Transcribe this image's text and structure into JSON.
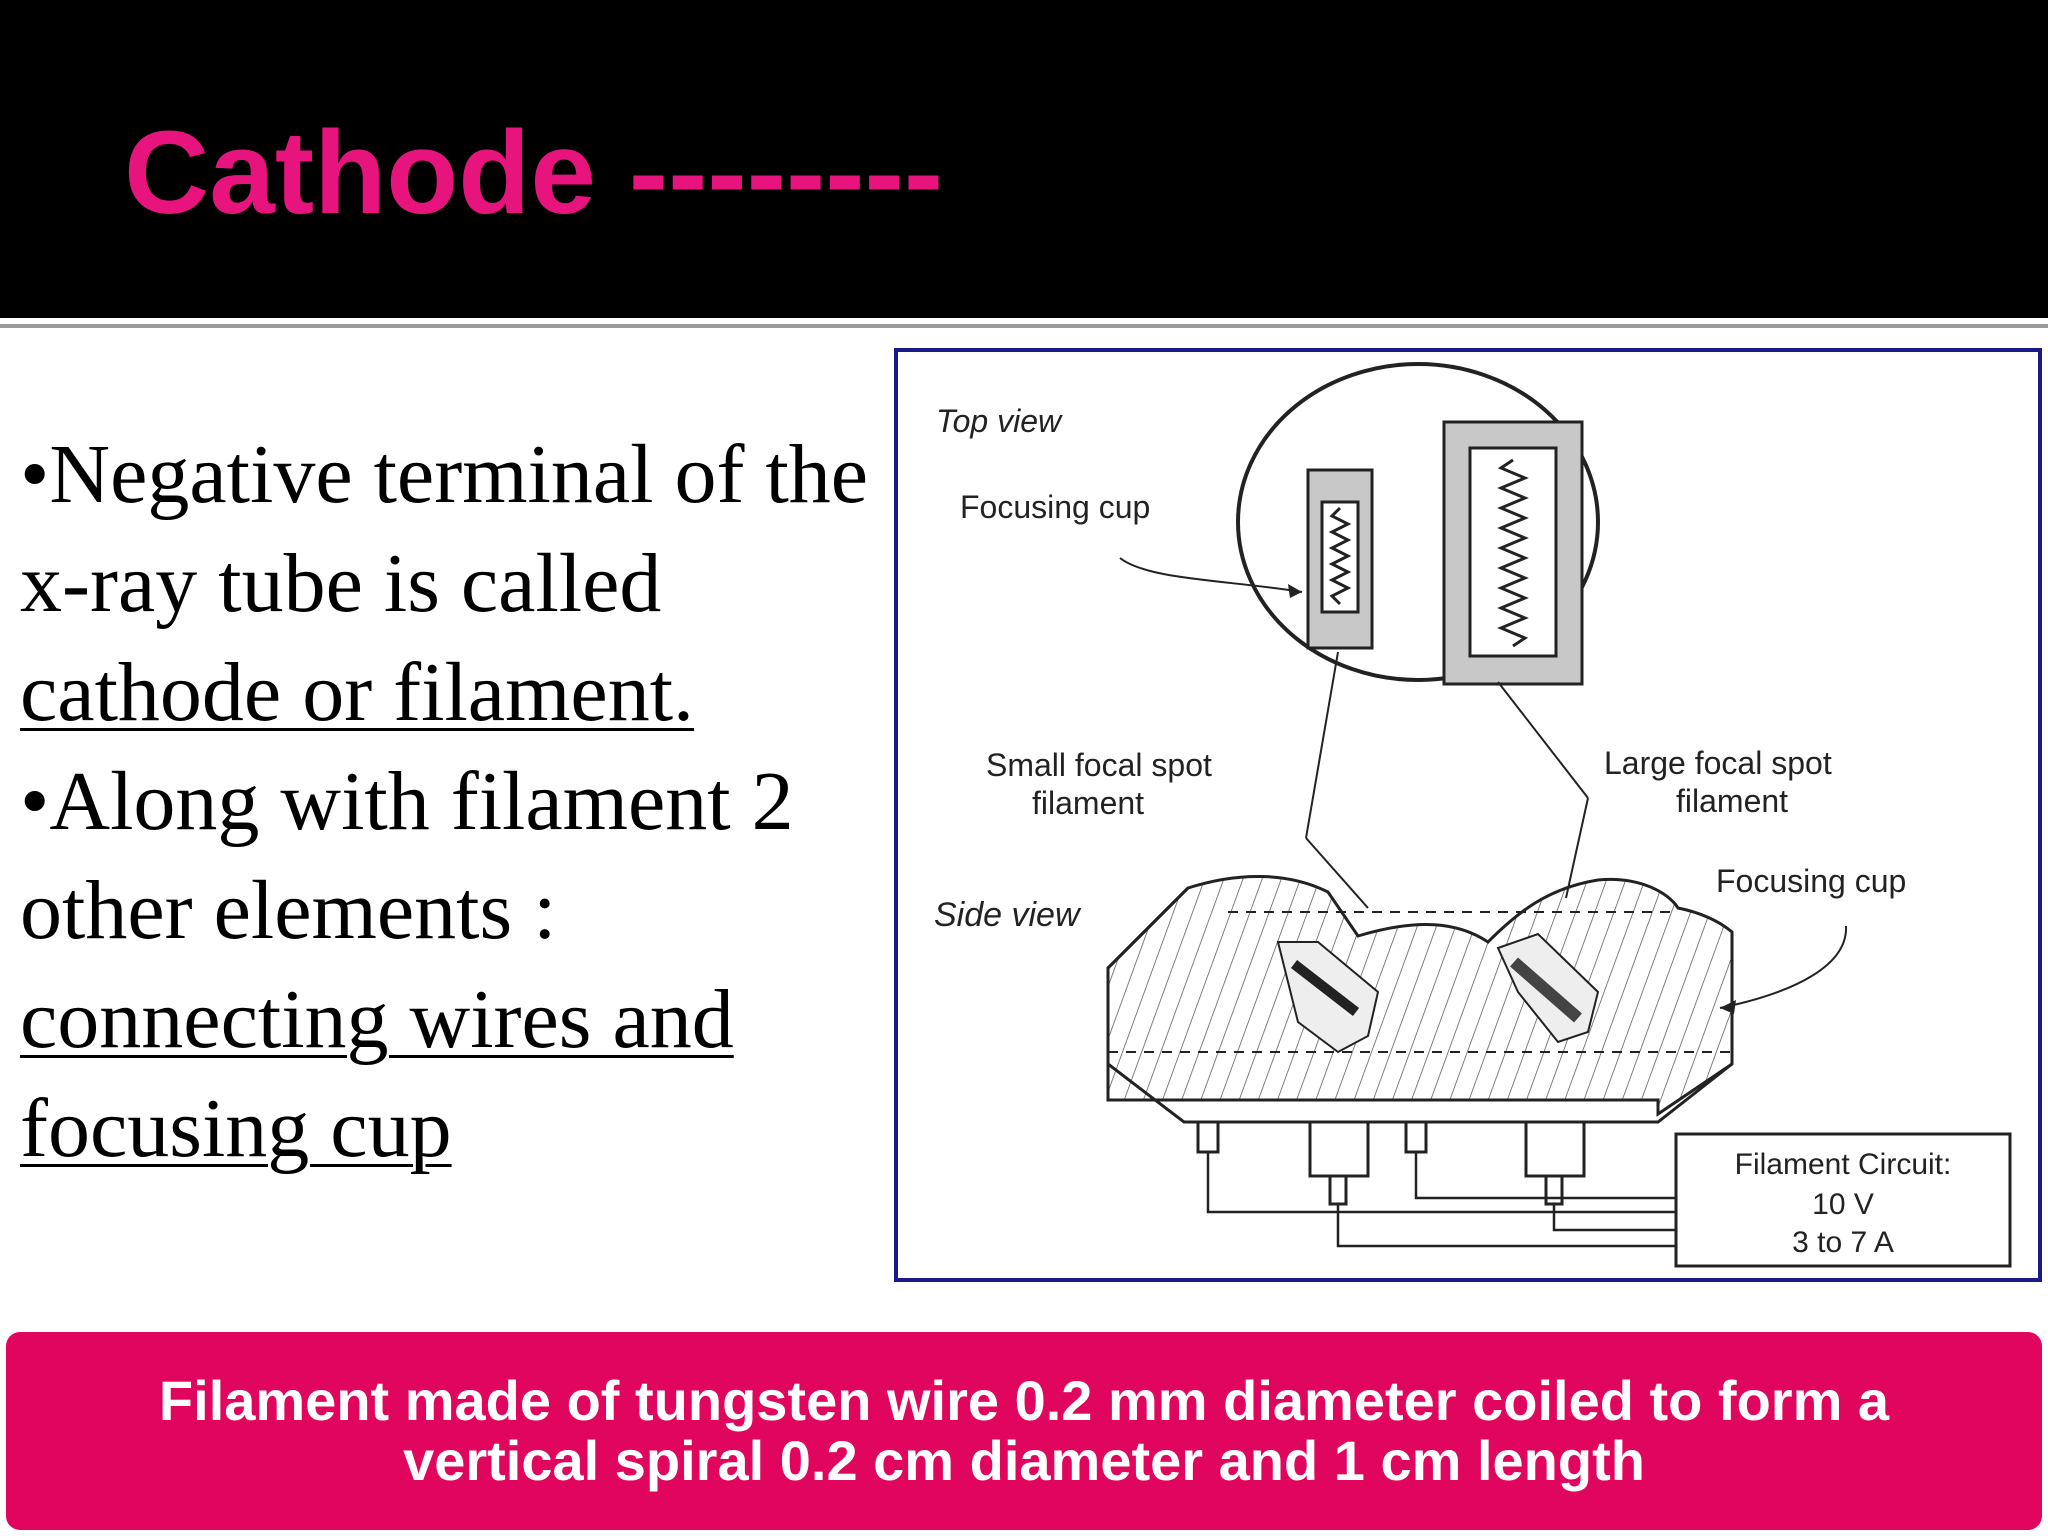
{
  "slide": {
    "title": "Cathode --------",
    "bullets": {
      "b1_lead": "•Negative terminal of the x-ray tube is called ",
      "b1_underlined": "cathode or filament.",
      "b2_lead": "•Along with filament 2 other elements : ",
      "b2_underlined": "connecting wires and focusing cup"
    },
    "figure": {
      "top_view": "Top view",
      "focusing_cup_top": "Focusing cup",
      "small_focal_1": "Small focal spot",
      "small_focal_2": "filament",
      "large_focal_1": "Large focal spot",
      "large_focal_2": "filament",
      "side_view": "Side view",
      "focusing_cup_side": "Focusing cup",
      "circuit_1": "Filament Circuit:",
      "circuit_2": "10 V",
      "circuit_3": "3 to 7 A"
    },
    "banner": "Filament made of tungsten wire 0.2 mm diameter coiled to form a vertical spiral 0.2 cm diameter and 1 cm length",
    "colors": {
      "header_bg": "#000000",
      "title": "#e8147e",
      "banner_bg": "#e1065d",
      "figure_border": "#1a1a8c"
    }
  }
}
